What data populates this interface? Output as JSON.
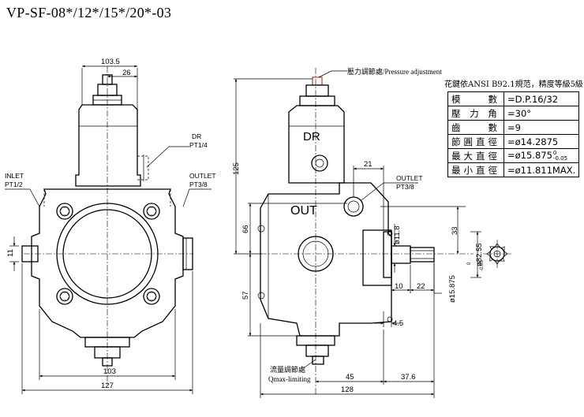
{
  "title": "VP-SF-08*/12*/15*/20*-03",
  "labels": {
    "pressure_adjustment": "壓力調節處/Pressure adjustment",
    "dr_port": "DR",
    "dr_thread": "PT1/4",
    "inlet_port": "INLET",
    "inlet_thread": "PT1/2",
    "outlet_port": "OUTLET",
    "outlet_thread": "PT3/8",
    "outlet_port_side": "OUTLET",
    "outlet_thread_side": "PT3/8",
    "dr_cast": "DR",
    "out_cast": "OUT",
    "flow_adjust_cn": "流量調節處",
    "flow_adjust_en": "Qmax-limiting"
  },
  "dimensions": {
    "front_width_top": "103.5",
    "front_26": "26",
    "front_11": "11",
    "front_103": "103",
    "front_127": "127",
    "side_125": "125",
    "side_66": "66",
    "side_57": "57",
    "side_21": "21",
    "side_11_8": "ø11.8",
    "side_33": "33",
    "side_82_55": "ø82.55",
    "side_82_55_tol_top": "0",
    "side_82_55_tol_bot": "-0.05",
    "side_15_875": "ø15.875",
    "side_10": "10",
    "side_22": "22",
    "side_4_5": "4.5",
    "side_45": "45",
    "side_37_6": "37.6",
    "side_128": "128"
  },
  "spline_spec": {
    "note": "花鍵依ANSI B92.1規范，精度等級5級",
    "rows": [
      {
        "k": "模　　數",
        "v": "=D.P.16/32"
      },
      {
        "k": "壓 力 角",
        "v": "=30°"
      },
      {
        "k": "齒　　數",
        "v": "=9"
      },
      {
        "k": "節圓直徑",
        "v": "=ø14.2875"
      },
      {
        "k": "最大直徑",
        "v": "=ø15.875"
      },
      {
        "k": "最小直徑",
        "v": "=ø11.811MAX."
      }
    ],
    "max_dia_tol_top": "0",
    "max_dia_tol_bot": "-0.05"
  }
}
